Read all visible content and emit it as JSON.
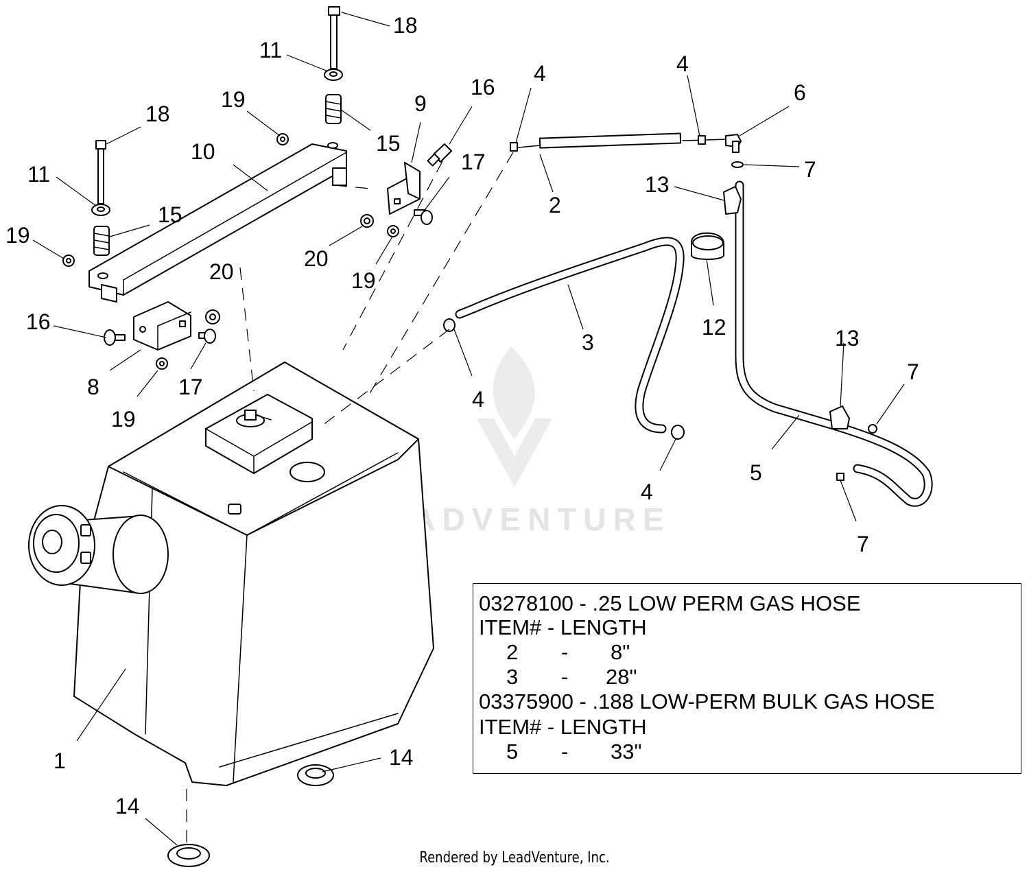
{
  "callouts": [
    {
      "id": "c18a",
      "text": "18"
    },
    {
      "id": "c11a",
      "text": "11"
    },
    {
      "id": "c15a",
      "text": "15"
    },
    {
      "id": "c18b",
      "text": "18"
    },
    {
      "id": "c19a",
      "text": "19"
    },
    {
      "id": "c10",
      "text": "10"
    },
    {
      "id": "c11b",
      "text": "11"
    },
    {
      "id": "c15b",
      "text": "15"
    },
    {
      "id": "c19b",
      "text": "19"
    },
    {
      "id": "c16a",
      "text": "16"
    },
    {
      "id": "c9",
      "text": "9"
    },
    {
      "id": "c17a",
      "text": "17"
    },
    {
      "id": "c20a",
      "text": "20"
    },
    {
      "id": "c19c",
      "text": "19"
    },
    {
      "id": "c20b",
      "text": "20"
    },
    {
      "id": "c16b",
      "text": "16"
    },
    {
      "id": "c8",
      "text": "8"
    },
    {
      "id": "c17b",
      "text": "17"
    },
    {
      "id": "c19d",
      "text": "19"
    },
    {
      "id": "c4a",
      "text": "4"
    },
    {
      "id": "c2",
      "text": "2"
    },
    {
      "id": "c4b",
      "text": "4"
    },
    {
      "id": "c6",
      "text": "6"
    },
    {
      "id": "c7a",
      "text": "7"
    },
    {
      "id": "c13a",
      "text": "13"
    },
    {
      "id": "c12",
      "text": "12"
    },
    {
      "id": "c3",
      "text": "3"
    },
    {
      "id": "c4c",
      "text": "4"
    },
    {
      "id": "c4d",
      "text": "4"
    },
    {
      "id": "c13b",
      "text": "13"
    },
    {
      "id": "c7b",
      "text": "7"
    },
    {
      "id": "c5",
      "text": "5"
    },
    {
      "id": "c7c",
      "text": "7"
    },
    {
      "id": "c1",
      "text": "1"
    },
    {
      "id": "c14a",
      "text": "14"
    },
    {
      "id": "c14b",
      "text": "14"
    }
  ],
  "spec_table": {
    "hose1_title": "03278100 - .25 LOW PERM GAS HOSE",
    "hose1_header": "ITEM# - LENGTH",
    "hose1_rows": [
      {
        "item": "2",
        "dash": "-",
        "length": "8\""
      },
      {
        "item": "3",
        "dash": "-",
        "length": "28\""
      }
    ],
    "hose2_title": "03375900 - .188 LOW-PERM BULK GAS HOSE",
    "hose2_header": "ITEM# - LENGTH",
    "hose2_rows": [
      {
        "item": "5",
        "dash": "-",
        "length": "33\""
      }
    ]
  },
  "watermark": "LEADVENTURE",
  "credit": "Rendered by LeadVenture, Inc."
}
